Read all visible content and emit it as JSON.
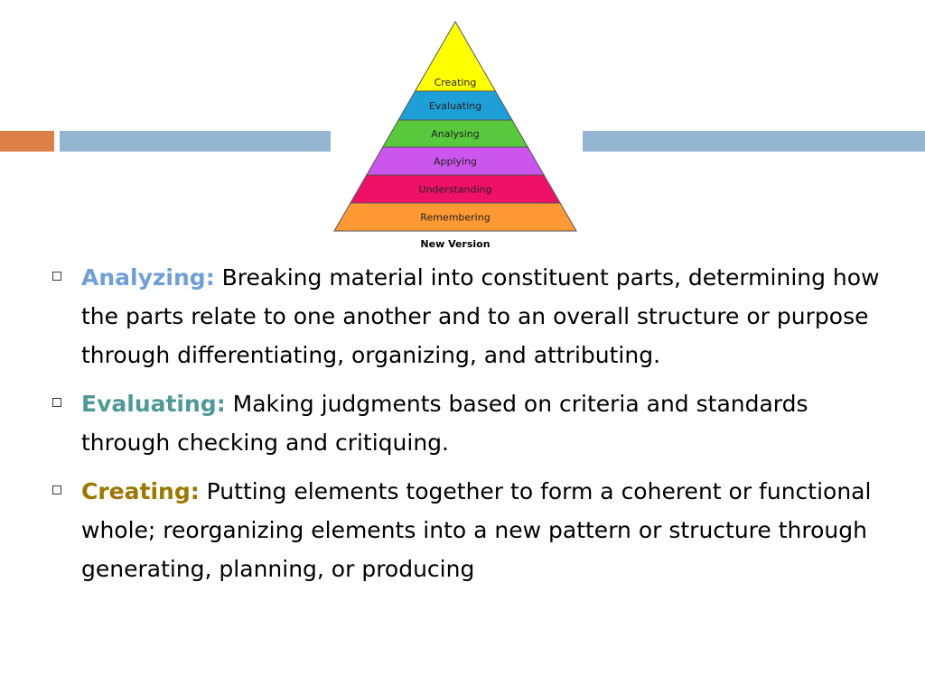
{
  "colors": {
    "accent_orange": "#dd8047",
    "accent_blue": "#94b6d2",
    "analyzing": "#6f9fd8",
    "evaluating": "#4f9a96",
    "creating": "#9c7800"
  },
  "pyramid": {
    "levels": [
      {
        "label": "Creating",
        "color": "#ffff00"
      },
      {
        "label": "Evaluating",
        "color": "#1e9fd8"
      },
      {
        "label": "Analysing",
        "color": "#58c83c"
      },
      {
        "label": "Applying",
        "color": "#cc55ee"
      },
      {
        "label": "Understanding",
        "color": "#ee1166"
      },
      {
        "label": "Remembering",
        "color": "#ff9933"
      }
    ],
    "caption": "New Version"
  },
  "bullets": [
    {
      "term": "Analyzing",
      "colon": ":",
      "text": " Breaking material into constituent parts, determining how the parts relate to one another and to an overall structure or purpose through differentiating, organizing, and attributing."
    },
    {
      "term": "Evaluating",
      "colon": ":",
      "text": " Making judgments based on criteria and standards through checking and critiquing."
    },
    {
      "term": "Creating",
      "colon": ":",
      "text": " Putting elements together to form a coherent or functional whole; reorganizing elements into a new pattern or structure through generating, planning, or producing"
    }
  ]
}
